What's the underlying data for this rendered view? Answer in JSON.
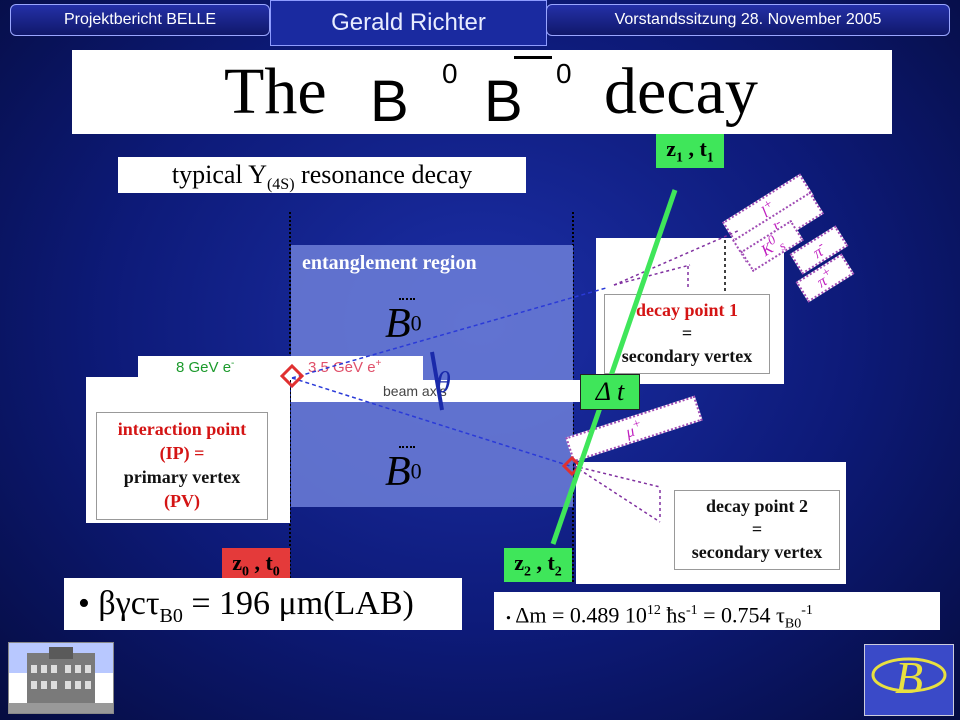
{
  "header": {
    "left": "Projektbericht BELLE",
    "center": "Gerald Richter",
    "right": "Vorstandssitzung 28. November 2005"
  },
  "title": {
    "the": "The",
    "b1": "B",
    "sup1": "0",
    "b2": "B",
    "sup2": "0",
    "decay": "decay"
  },
  "subtitle": {
    "pre": "typical Y",
    "sub": "(4S)",
    "post": " resonance  decay"
  },
  "entanglement": "entanglement region",
  "beam": {
    "electron": "8 GeV e",
    "electron_sup": "-",
    "positron": "3.5 GeV e",
    "positron_sup": "+",
    "axis": "beam axis",
    "theta": "θ"
  },
  "b_meson": {
    "symbol": "B",
    "sup": "0"
  },
  "interaction": {
    "line1": "interaction point",
    "line2": "(IP) =",
    "line3": "primary vertex",
    "line4": "(PV)"
  },
  "decay1": {
    "line1": "decay point 1",
    "line2": "=",
    "line3": "secondary vertex"
  },
  "decay2": {
    "line1": "decay point 2",
    "line2": "=",
    "line3": "secondary vertex"
  },
  "delta_t": "Δ t",
  "z1": {
    "z": "z",
    "zsub": "1",
    "t": " , t",
    "tsub": "1"
  },
  "z0": {
    "z": "z",
    "zsub": "0",
    "t": " , t",
    "tsub": "0"
  },
  "z2": {
    "z": "z",
    "zsub": "2",
    "t": " , t",
    "tsub": "2"
  },
  "particles": {
    "lplus": "l",
    "lplus_sup": "+",
    "lminus": "l",
    "lminus_sup": "-",
    "ks": "K",
    "ks_sup": "0",
    "ks_sub": "s",
    "piminus": "π",
    "piminus_sup": "-",
    "piplus": "π",
    "piplus_sup": "+",
    "muplus": "μ",
    "muplus_sup": "+"
  },
  "formula1": {
    "bullet": "•",
    "text": "βγcτ",
    "sub": "B0",
    "rest": " = 196 μm(LAB)"
  },
  "formula2": {
    "bullet": "•",
    "dm": "Δm = 0.489 10",
    "exp1": "12",
    "hs": " ħs",
    "exp2": "-1",
    "eq": " = 0.754 τ",
    "sub": "B0",
    "exp3": "-1"
  },
  "colors": {
    "green_label": "#3fe65a",
    "red_text": "#d41414",
    "particle_text": "#c020c0",
    "background": "#0d1a78"
  }
}
